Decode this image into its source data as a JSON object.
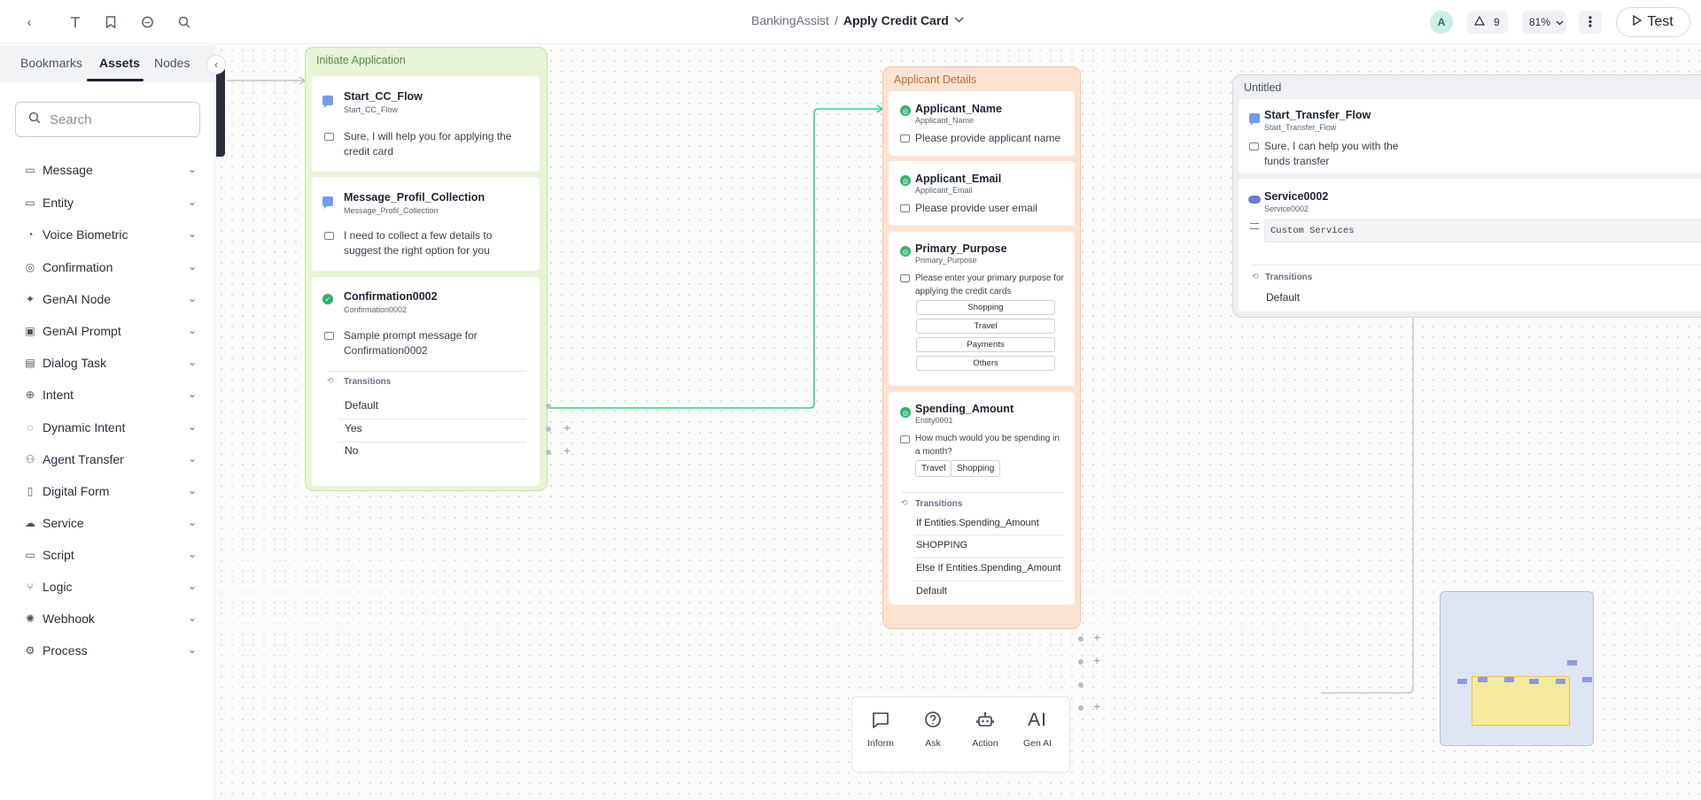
{
  "topbar": {
    "app_name": "BankingAssist",
    "separator": "/",
    "flow_name": "Apply Credit Card",
    "avatar_initial": "A",
    "warnings_count": "9",
    "zoom": "81%",
    "test_label": "Test"
  },
  "sidebar": {
    "tabs": [
      "Bookmarks",
      "Assets",
      "Nodes"
    ],
    "active_tab": "Assets",
    "search_placeholder": "Search",
    "items": [
      {
        "label": "Message",
        "icon": "chat-icon"
      },
      {
        "label": "Entity",
        "icon": "entity-icon"
      },
      {
        "label": "Voice Biometric",
        "icon": "voice-icon"
      },
      {
        "label": "Confirmation",
        "icon": "check-circle-icon"
      },
      {
        "label": "GenAI Node",
        "icon": "sparkle-icon"
      },
      {
        "label": "GenAI Prompt",
        "icon": "prompt-icon"
      },
      {
        "label": "Dialog Task",
        "icon": "dialog-icon"
      },
      {
        "label": "Intent",
        "icon": "target-icon"
      },
      {
        "label": "Dynamic Intent",
        "icon": "dynamic-intent-icon"
      },
      {
        "label": "Agent Transfer",
        "icon": "agent-icon"
      },
      {
        "label": "Digital Form",
        "icon": "form-icon"
      },
      {
        "label": "Service",
        "icon": "cloud-icon"
      },
      {
        "label": "Script",
        "icon": "script-icon"
      },
      {
        "label": "Logic",
        "icon": "logic-icon"
      },
      {
        "label": "Webhook",
        "icon": "webhook-icon"
      },
      {
        "label": "Process",
        "icon": "process-icon"
      }
    ]
  },
  "frames": {
    "initiate": {
      "title": "Initiate Application",
      "cards": [
        {
          "title": "Start_CC_Flow",
          "sub": "Start_CC_Flow",
          "message": "Sure, I will help you for applying the credit card"
        },
        {
          "title": "Message_Profil_Collection",
          "sub": "Message_Profil_Collection",
          "message": "I need to collect a few details to suggest the right option for you"
        },
        {
          "title": "Confirmation0002",
          "sub": "Confirmation0002",
          "message": "Sample prompt message for Confirmation0002"
        }
      ],
      "transitions_label": "Transitions",
      "transitions": [
        "Default",
        "Yes",
        "No"
      ]
    },
    "applicant": {
      "title": "Applicant Details",
      "cards": [
        {
          "title": "Applicant_Name",
          "sub": "Applicant_Name",
          "message": "Please provide applicant name"
        },
        {
          "title": "Applicant_Email",
          "sub": "Applicant_Email",
          "message": "Please provide user email"
        },
        {
          "title": "Primary_Purpose",
          "sub": "Primary_Purpose",
          "message": "Please enter your primary purpose for applying the credit cards",
          "options": [
            "Shopping",
            "Travel",
            "Payments",
            "Others"
          ]
        },
        {
          "title": "Spending_Amount",
          "sub": "Entity0001",
          "message": "How much would you be spending in a month?",
          "chips": [
            "Travel",
            "Shopping"
          ]
        }
      ],
      "transitions_label": "Transitions",
      "transitions": [
        "If Entities.Spending_Amount",
        "SHOPPING",
        "Else If Entities.Spending_Amount",
        "Default"
      ]
    },
    "untitled": {
      "title": "Untitled",
      "cards": [
        {
          "title": "Start_Transfer_Flow",
          "sub": "Start_Transfer_Flow",
          "message": "Sure, I can help you with the funds transfer"
        },
        {
          "title": "Service0002",
          "sub": "Service0002",
          "message": "Custom Services"
        }
      ],
      "transitions_label": "Transitions",
      "transitions": [
        "Default"
      ]
    }
  },
  "palette": [
    "Inform",
    "Ask",
    "Action",
    "Gen AI"
  ],
  "colors": {
    "initiate_frame": "#e7f4d8",
    "applicant_frame": "#fbe3d3",
    "untitled_frame": "#eef0f3",
    "connector": "#3ecf8e"
  }
}
